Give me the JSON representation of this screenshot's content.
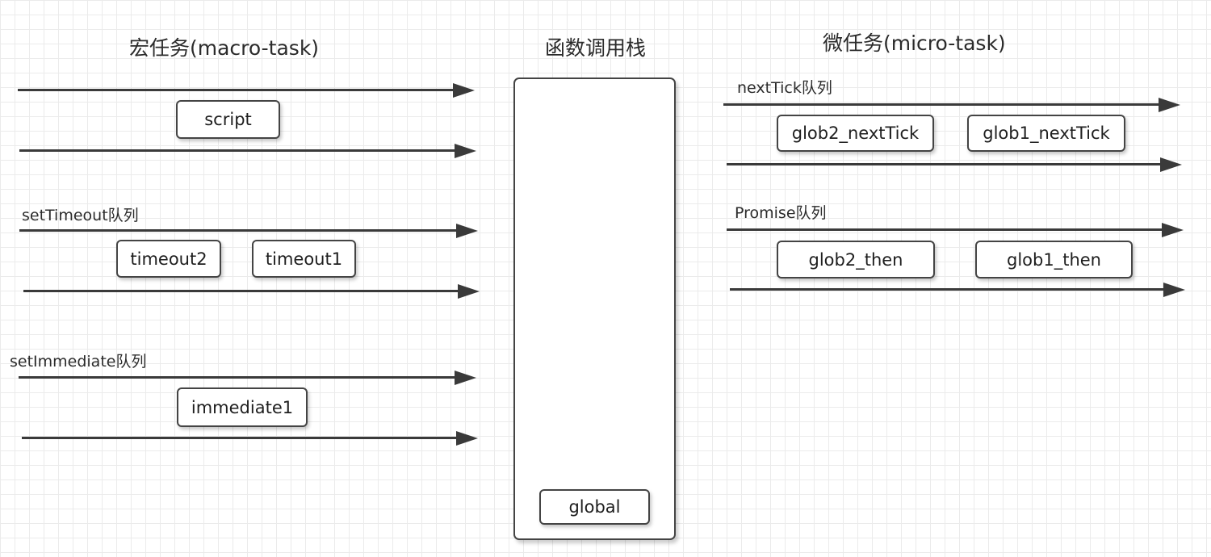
{
  "macro": {
    "title": "宏任务(macro-task)",
    "queues": [
      {
        "label": "",
        "tasks": [
          "script"
        ]
      },
      {
        "label": "setTimeout队列",
        "tasks": [
          "timeout2",
          "timeout1"
        ]
      },
      {
        "label": "setImmediate队列",
        "tasks": [
          "immediate1"
        ]
      }
    ]
  },
  "stack": {
    "title": "函数调用栈",
    "frames": [
      "global"
    ]
  },
  "micro": {
    "title": "微任务(micro-task)",
    "queues": [
      {
        "label": "nextTick队列",
        "tasks": [
          "glob2_nextTick",
          "glob1_nextTick"
        ]
      },
      {
        "label": "Promise队列",
        "tasks": [
          "glob2_then",
          "glob1_then"
        ]
      }
    ]
  }
}
